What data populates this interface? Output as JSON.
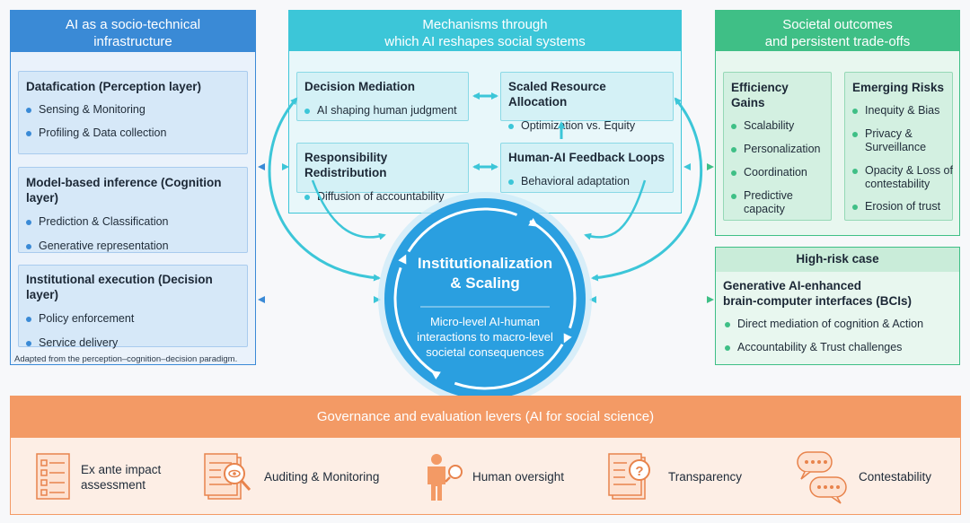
{
  "left_panel": {
    "title_line1": "AI as a socio-technical",
    "title_line2": "infrastructure",
    "layers": [
      {
        "title": "Datafication (Perception layer)",
        "items": [
          "Sensing & Monitoring",
          "Profiling & Data collection"
        ]
      },
      {
        "title": "Model-based inference (Cognition layer)",
        "items": [
          "Prediction & Classification",
          "Generative representation"
        ]
      },
      {
        "title": "Institutional execution (Decision layer)",
        "items": [
          "Policy enforcement",
          "Service delivery"
        ]
      }
    ],
    "footnote": "Adapted from the perception–cognition–decision paradigm."
  },
  "mid_panel": {
    "title_line1": "Mechanisms through",
    "title_line2": "which AI reshapes social systems",
    "mechanisms": [
      {
        "title": "Decision Mediation",
        "item": "AI shaping human judgment"
      },
      {
        "title": "Scaled Resource Allocation",
        "item": "Optimization vs. Equity"
      },
      {
        "title": "Responsibility Redistribution",
        "item": "Diffusion of accountability"
      },
      {
        "title": "Human-AI Feedback Loops",
        "item": "Behavioral adaptation"
      }
    ]
  },
  "center": {
    "title_line1": "Institutionalization",
    "title_line2": "& Scaling",
    "desc_line1": "Micro-level AI-human",
    "desc_line2": "interactions to macro-level",
    "desc_line3": "societal consequences"
  },
  "right_panel": {
    "title_line1": "Societal outcomes",
    "title_line2": "and persistent trade-offs",
    "gains": {
      "title": "Efficiency Gains",
      "items": [
        "Scalability",
        "Personalization",
        "Coordination",
        "Predictive capacity"
      ]
    },
    "risks": {
      "title": "Emerging Risks",
      "items": [
        "Inequity & Bias",
        "Privacy & Surveillance",
        "Opacity & Loss of contestability",
        "Erosion of trust"
      ]
    }
  },
  "high_risk": {
    "header": "High-risk case",
    "title_line1": "Generative AI-enhanced",
    "title_line2": "brain-computer interfaces (BCIs)",
    "items": [
      "Direct mediation of cognition & Action",
      "Accountability & Trust challenges"
    ]
  },
  "governance": {
    "title": "Governance and evaluation levers (AI for social science)",
    "levers": [
      {
        "label_line1": "Ex ante impact",
        "label_line2": "assessment",
        "icon": "checklist-icon"
      },
      {
        "label_line1": "Auditing & Monitoring",
        "label_line2": "",
        "icon": "document-magnifier-icon"
      },
      {
        "label_line1": "Human oversight",
        "label_line2": "",
        "icon": "person-magnifier-icon"
      },
      {
        "label_line1": "Transparency",
        "label_line2": "",
        "icon": "document-question-icon"
      },
      {
        "label_line1": "Contestability",
        "label_line2": "",
        "icon": "speech-bubbles-icon"
      }
    ]
  },
  "colors": {
    "blue": "#3a8ad6",
    "blue_light": "#d6e8f8",
    "cyan": "#3cc6d8",
    "cyan_light": "#e2f6f9",
    "green": "#3fbf86",
    "green_light": "#e4f6ec",
    "orange": "#f39a65",
    "orange_light": "#fde9dd",
    "center": "#2a9fe0"
  }
}
